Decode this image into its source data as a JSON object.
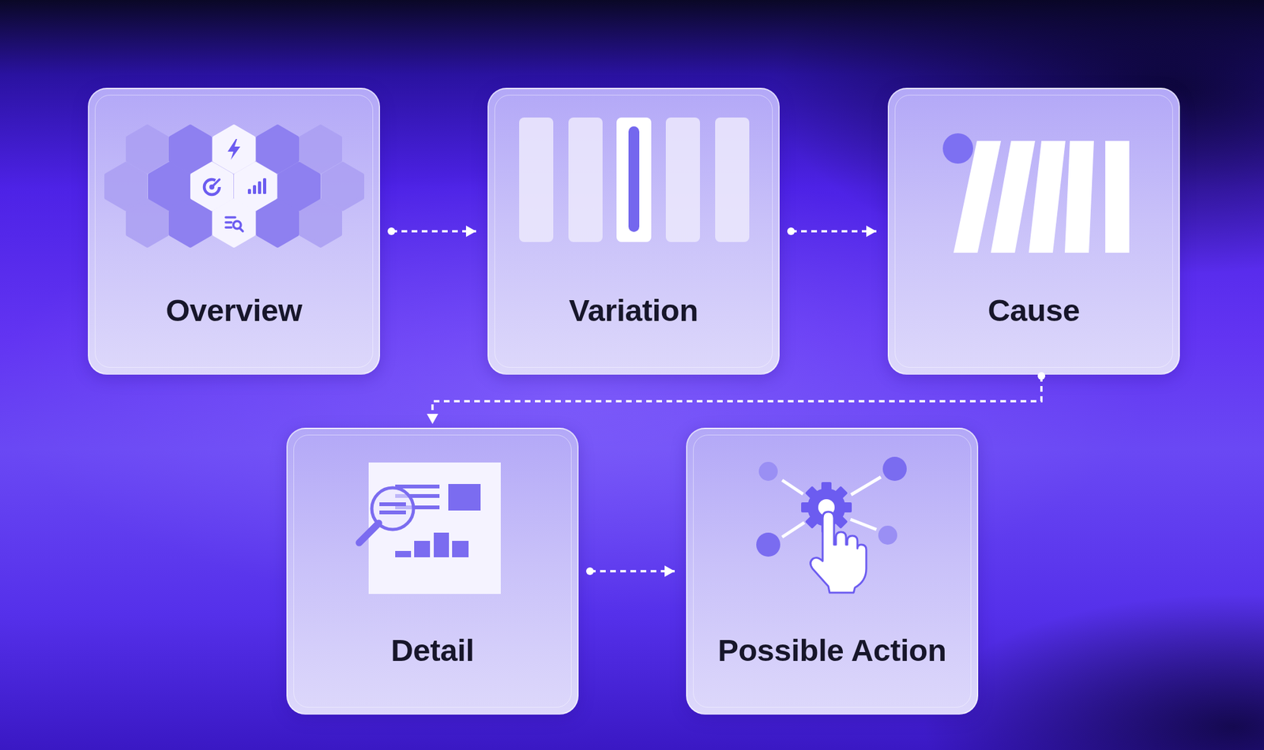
{
  "diagram": {
    "nodes": [
      {
        "text": [
          "Overview"
        ]
      },
      {
        "text": [
          "Variation"
        ]
      },
      {
        "text": [
          "Cause"
        ]
      },
      {
        "text": [
          "Detail"
        ]
      },
      {
        "text": [
          "Possible Action"
        ]
      }
    ],
    "edges": [
      {
        "from": 0,
        "to": 1,
        "arrow": "to"
      },
      {
        "from": 1,
        "to": 2,
        "arrow": "to"
      },
      {
        "from": 2,
        "to": 3,
        "arrow": "to"
      },
      {
        "from": 3,
        "to": 4,
        "arrow": "to"
      }
    ]
  }
}
